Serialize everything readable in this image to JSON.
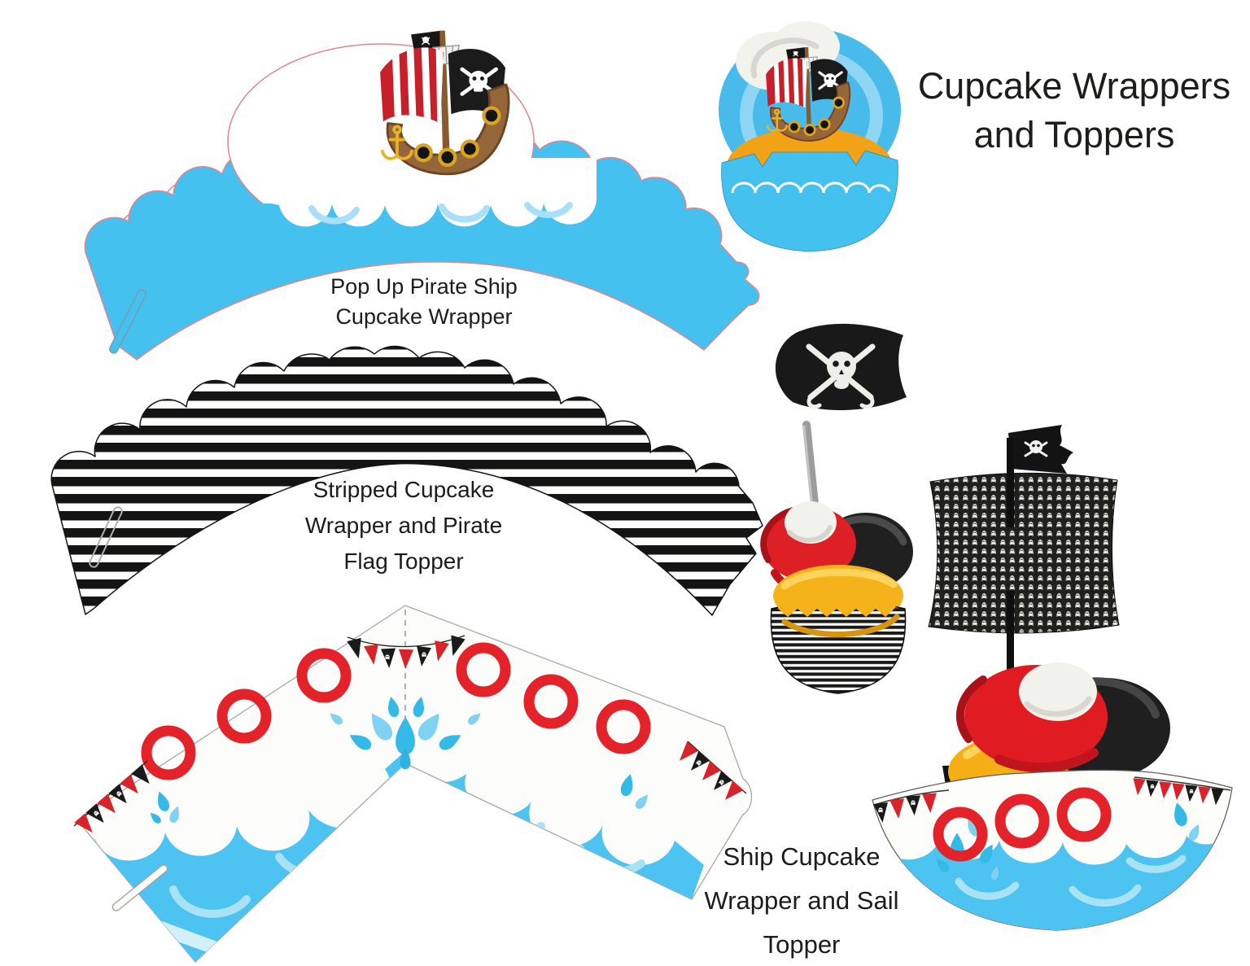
{
  "title": {
    "line1": "Cupcake Wrappers",
    "line2": "and Toppers"
  },
  "labels": {
    "popup": {
      "line1": "Pop Up Pirate Ship",
      "line2": "Cupcake Wrapper"
    },
    "striped": {
      "line1": "Stripped Cupcake",
      "line2": "Wrapper and Pirate",
      "line3": "Flag Topper"
    },
    "ship": {
      "line1": "Ship Cupcake",
      "line2": "Wrapper and Sail",
      "line3": "Topper"
    }
  },
  "icons": {
    "topper_flag": "jolly-roger-flag",
    "sail_pattern": "skull-and-crossbones",
    "ship_bow": "anchor",
    "bunting": "pirate-pennant-banner",
    "porthole": "red-ring-porthole"
  },
  "colors": {
    "wrapper_blue": "#45c1ef",
    "water_light": "#a9dff8",
    "splash_blue": "#35bae8",
    "red": "#d8232a",
    "black": "#161616",
    "hull_brown": "#96663b",
    "gold": "#eab226",
    "cake_yellow": "#f5b31b",
    "pole_gray": "#9c9c9c",
    "cutline_red": "#e2858d",
    "outline_gray": "#a8a8a8",
    "text": "#1c1c1b"
  }
}
